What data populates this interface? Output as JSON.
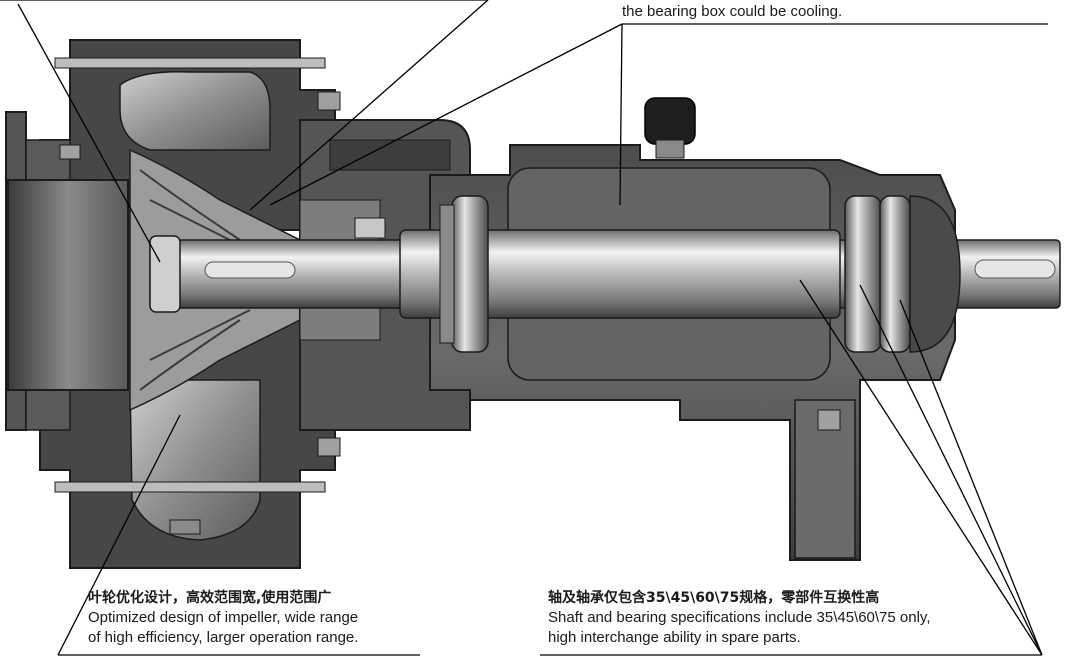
{
  "callouts": {
    "top": {
      "text": "the bearing box could be cooling."
    },
    "impeller": {
      "zh": "叶轮优化设计，高效范围宽,使用范围广",
      "en_line1": "Optimized design of impeller, wide range",
      "en_line2": "of high efficiency, larger operation range."
    },
    "shaft": {
      "zh": "轴及轴承仅包含35\\45\\60\\75规格，零部件互换性高",
      "en_line1": "Shaft and bearing specifications include 35\\45\\60\\75 only,",
      "en_line2": "high interchange ability in spare parts."
    }
  },
  "colors": {
    "casing_dark": "#474747",
    "casing_mid": "#5e5e5e",
    "metal_light": "#d8d8d8",
    "metal_mid": "#9a9a9a",
    "outline": "#1b1b1b",
    "leader": "#000000"
  }
}
